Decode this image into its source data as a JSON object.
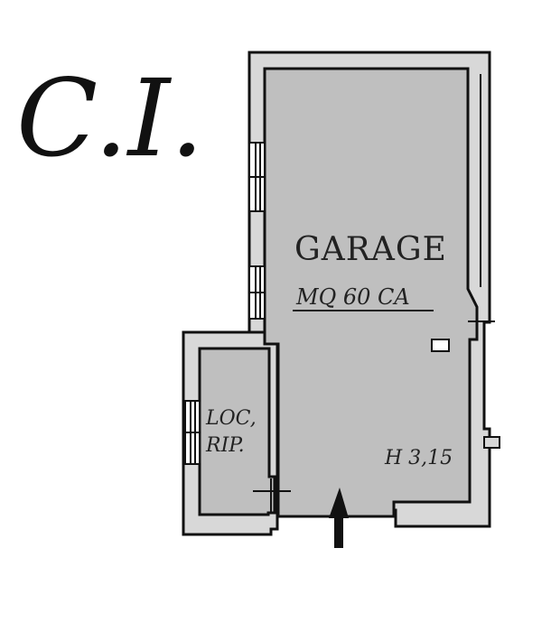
{
  "logo": {
    "text": "C.I."
  },
  "rooms": {
    "garage": {
      "name": "GARAGE",
      "area": "MQ 60 CA",
      "height": "H 3,15"
    },
    "storage": {
      "line1": "LOC,",
      "line2": "RIP."
    }
  },
  "colors": {
    "wall": "#d8d8d8",
    "wall_stroke": "#111111",
    "floor": "#bfbfbf",
    "arrow": "#111111"
  },
  "icons": {
    "entrance": "entrance-arrow-icon"
  }
}
